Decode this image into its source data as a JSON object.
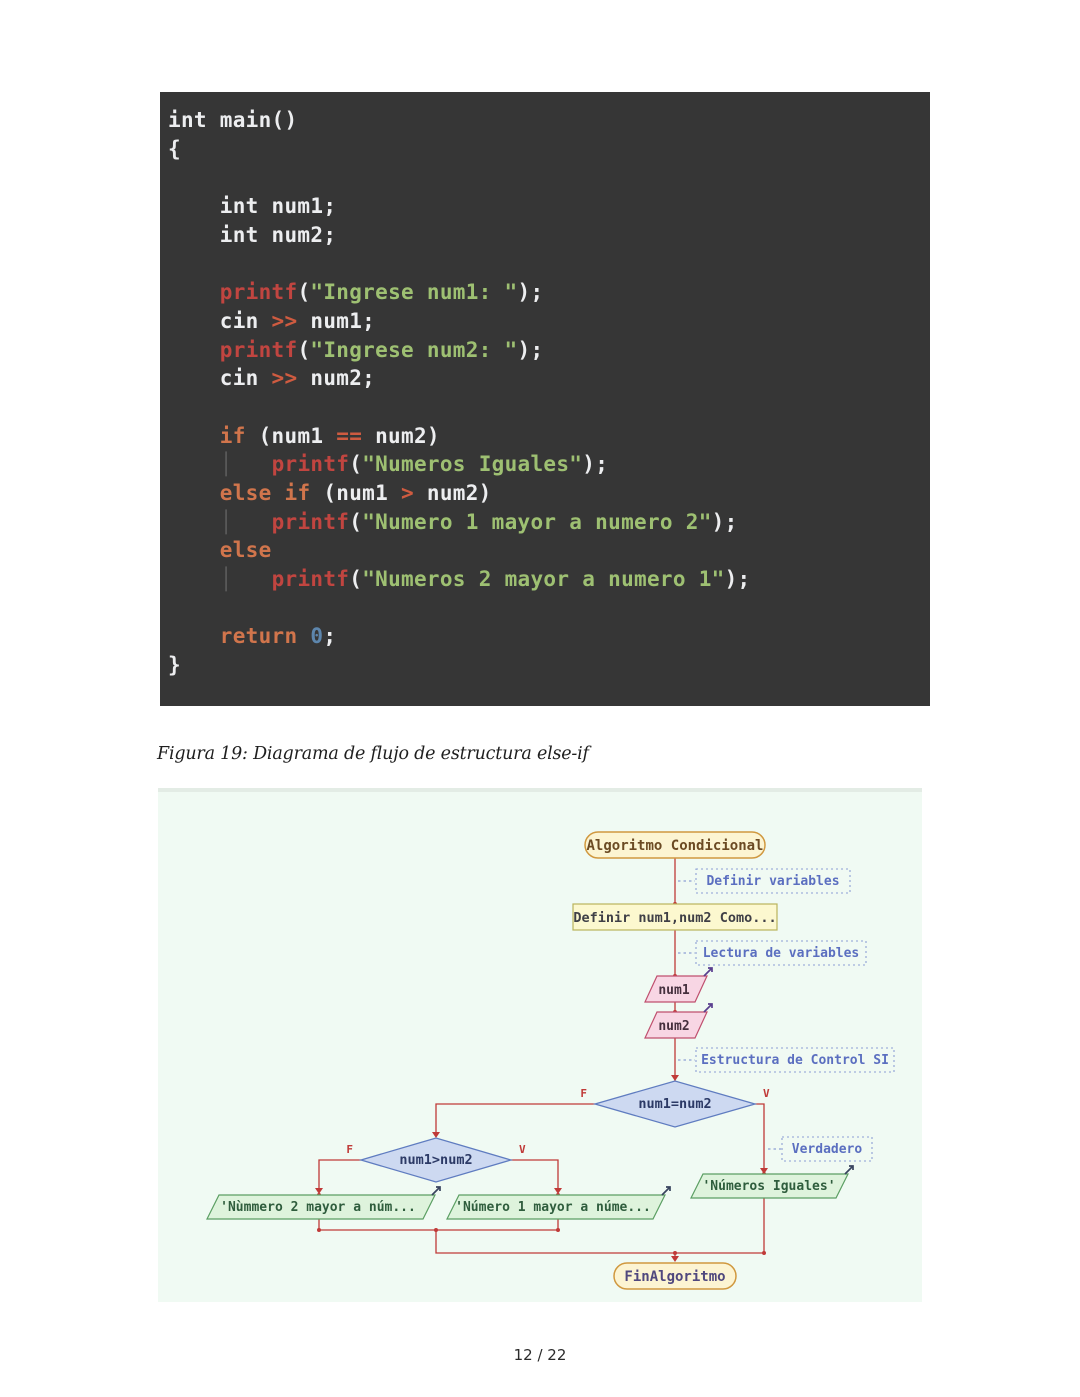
{
  "document": {
    "caption": "Figura 19: Diagrama de flujo de estructura else-if",
    "footer": "12 / 22"
  },
  "code_editor": {
    "background": "#363636",
    "token_colors": {
      "pl": "#edeef0",
      "kw": "#d1754c",
      "fn": "#c14540",
      "st": "#9ec072",
      "op": "#cf5b40",
      "nm": "#5d86ad",
      "gd": "#5c5c5c"
    },
    "lines": [
      [
        {
          "t": "int main()",
          "c": "pl"
        }
      ],
      [
        {
          "t": "{",
          "c": "pl"
        }
      ],
      [],
      [
        {
          "t": "    int num1;",
          "c": "pl"
        }
      ],
      [
        {
          "t": "    int num2;",
          "c": "pl"
        }
      ],
      [],
      [
        {
          "t": "    ",
          "c": "pl"
        },
        {
          "t": "printf",
          "c": "fn"
        },
        {
          "t": "(",
          "c": "pl"
        },
        {
          "t": "\"Ingrese num1: \"",
          "c": "st"
        },
        {
          "t": ");",
          "c": "pl"
        }
      ],
      [
        {
          "t": "    cin ",
          "c": "pl"
        },
        {
          "t": ">>",
          "c": "op"
        },
        {
          "t": " num1;",
          "c": "pl"
        }
      ],
      [
        {
          "t": "    ",
          "c": "pl"
        },
        {
          "t": "printf",
          "c": "fn"
        },
        {
          "t": "(",
          "c": "pl"
        },
        {
          "t": "\"Ingrese num2: \"",
          "c": "st"
        },
        {
          "t": ");",
          "c": "pl"
        }
      ],
      [
        {
          "t": "    cin ",
          "c": "pl"
        },
        {
          "t": ">>",
          "c": "op"
        },
        {
          "t": " num2;",
          "c": "pl"
        }
      ],
      [],
      [
        {
          "t": "    ",
          "c": "pl"
        },
        {
          "t": "if",
          "c": "kw"
        },
        {
          "t": " (num1 ",
          "c": "pl"
        },
        {
          "t": "==",
          "c": "op"
        },
        {
          "t": " num2)",
          "c": "pl"
        }
      ],
      [
        {
          "t": "    ",
          "c": "pl"
        },
        {
          "t": "│",
          "c": "gd"
        },
        {
          "t": "   ",
          "c": "pl"
        },
        {
          "t": "printf",
          "c": "fn"
        },
        {
          "t": "(",
          "c": "pl"
        },
        {
          "t": "\"Numeros Iguales\"",
          "c": "st"
        },
        {
          "t": ");",
          "c": "pl"
        }
      ],
      [
        {
          "t": "    ",
          "c": "pl"
        },
        {
          "t": "else",
          "c": "kw"
        },
        {
          "t": " ",
          "c": "pl"
        },
        {
          "t": "if",
          "c": "kw"
        },
        {
          "t": " (num1 ",
          "c": "pl"
        },
        {
          "t": ">",
          "c": "op"
        },
        {
          "t": " num2)",
          "c": "pl"
        }
      ],
      [
        {
          "t": "    ",
          "c": "pl"
        },
        {
          "t": "│",
          "c": "gd"
        },
        {
          "t": "   ",
          "c": "pl"
        },
        {
          "t": "printf",
          "c": "fn"
        },
        {
          "t": "(",
          "c": "pl"
        },
        {
          "t": "\"Numero 1 mayor a numero 2\"",
          "c": "st"
        },
        {
          "t": ");",
          "c": "pl"
        }
      ],
      [
        {
          "t": "    ",
          "c": "pl"
        },
        {
          "t": "else",
          "c": "kw"
        }
      ],
      [
        {
          "t": "    ",
          "c": "pl"
        },
        {
          "t": "│",
          "c": "gd"
        },
        {
          "t": "   ",
          "c": "pl"
        },
        {
          "t": "printf",
          "c": "fn"
        },
        {
          "t": "(",
          "c": "pl"
        },
        {
          "t": "\"Numeros 2 mayor a numero 1\"",
          "c": "st"
        },
        {
          "t": ");",
          "c": "pl"
        }
      ],
      [],
      [
        {
          "t": "    ",
          "c": "pl"
        },
        {
          "t": "return",
          "c": "kw"
        },
        {
          "t": " ",
          "c": "pl"
        },
        {
          "t": "0",
          "c": "nm"
        },
        {
          "t": ";",
          "c": "pl"
        }
      ],
      [
        {
          "t": "}",
          "c": "pl"
        }
      ]
    ]
  },
  "flowchart": {
    "colors": {
      "bg": "#f0faf3",
      "line": "#c03a38",
      "pill_fill": "#fcf4d2",
      "pill_stroke": "#d0983f",
      "proc_fill": "#fcf8cf",
      "proc_stroke": "#b9b35c",
      "read_fill": "#f8d6e4",
      "read_stroke": "#bf4f6e",
      "write_fill": "#def3dc",
      "write_stroke": "#5b9e63",
      "dec_fill": "#cdd9f1",
      "dec_stroke": "#5f7cc0",
      "comment": "#8d9fd4",
      "comment_text": "#5b6fc0"
    },
    "nodes": {
      "start": "Algoritmo Condicional",
      "define": "Definir num1,num2 Como...",
      "read1": "num1",
      "read2": "num2",
      "decision1": "num1=num2",
      "decision2": "num1>num2",
      "write_equal": "'Números Iguales'",
      "write_num2_greater": "'Nùmmero 2 mayor a núm...",
      "write_num1_greater": "'Número 1 mayor a núme...",
      "end": "FinAlgoritmo"
    },
    "comments": {
      "c1": "Definir variables",
      "c2": "Lectura de variables",
      "c3": "Estructura de Control SI",
      "c4": "Verdadero"
    },
    "branch_labels": {
      "f": "F",
      "v": "V"
    }
  }
}
